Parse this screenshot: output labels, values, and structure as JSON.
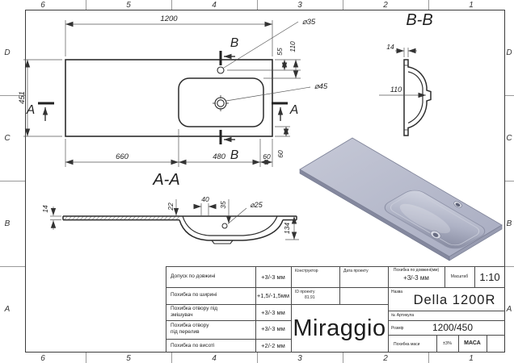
{
  "zones": {
    "cols": [
      "6",
      "5",
      "4",
      "3",
      "2",
      "1"
    ],
    "rows": [
      "D",
      "C",
      "B",
      "A"
    ]
  },
  "plan": {
    "length": "1200",
    "width": "451",
    "seg_left": "660",
    "seg_mid": "480",
    "seg_right": "60",
    "basin_to_edge": "60",
    "faucet_offset": "55",
    "basin_offset": "110",
    "faucet_dia": "⌀35",
    "drain_dia": "⌀45",
    "section_a": "A",
    "section_b": "B"
  },
  "section_bb": {
    "title": "B-B",
    "thickness": "14",
    "depth": "110"
  },
  "section_aa": {
    "title": "A-A",
    "thickness": "14",
    "rim_depth": "22",
    "hole_spacing": "40",
    "hole_offset": "35",
    "overflow_dia": "⌀25",
    "bowl_height": "134"
  },
  "title_block": {
    "tolerances": [
      {
        "label1": "Допуск по довжині",
        "label2": "",
        "value": "+3/-3 мм"
      },
      {
        "label1": "Похибка по ширині",
        "label2": "",
        "value": "+1,5/-1,5мм"
      },
      {
        "label1": "Похибка отвору під",
        "label2": "змішувач",
        "value": "+3/-3 мм"
      },
      {
        "label1": "Похибка отвору",
        "label2": "під перелив",
        "value": "+3/-3 мм"
      },
      {
        "label1": "Похибка по висоті",
        "label2": "",
        "value": "+2/-2 мм"
      }
    ],
    "constructor_label": "Конструктор",
    "date_label": "Дата проекту",
    "project_id_label": "ID проекту",
    "project_id_value": "81.91",
    "brand": "Miraggio",
    "length_tol_label": "Похибка по довжині(мм)",
    "length_tol_value": "+3/-3 мм",
    "scale_label": "Масштаб",
    "scale_value": "1:10",
    "name_label": "Назва",
    "name_value": "Della 1200R",
    "article_label": "№ Артикула",
    "size_label": "Розмір",
    "size_value": "1200/450",
    "mass_tol_label": "Похибка маси",
    "mass_tol_value": "±3%",
    "mass_label": "МАСА"
  }
}
